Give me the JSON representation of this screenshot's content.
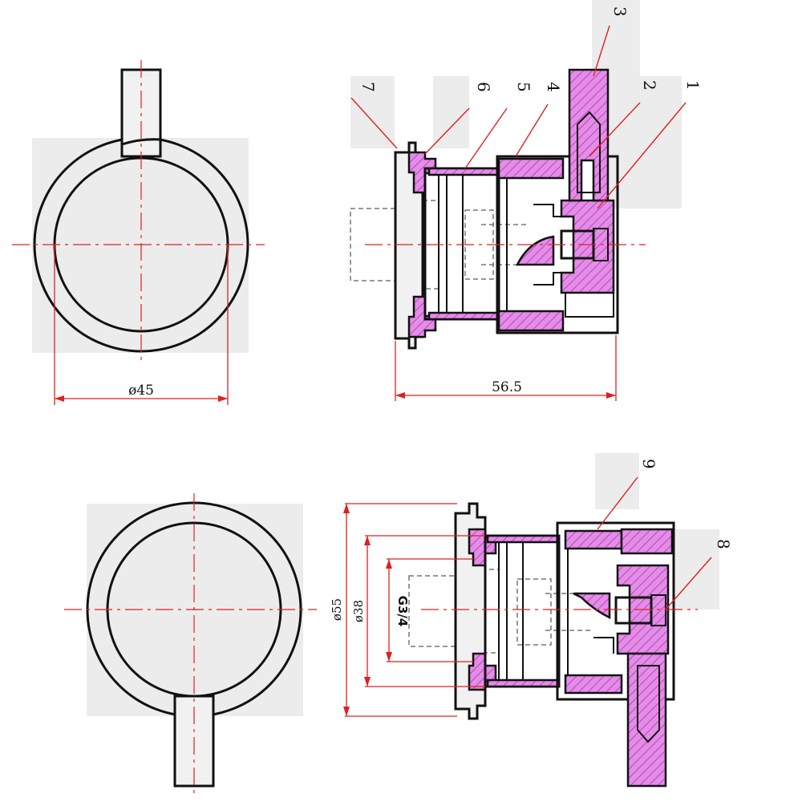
{
  "dimensions": {
    "top_front_diameter": "ø45",
    "top_side_length": "56.5",
    "bottom_outer_diameter": "ø55",
    "bottom_inner_diameter": "ø38",
    "bottom_thread": "G3/4"
  },
  "part_numbers": {
    "p1": "1",
    "p2": "2",
    "p3": "3",
    "p4": "4",
    "p5": "5",
    "p6": "6",
    "p7": "7",
    "p8": "8",
    "p9": "9"
  },
  "colors": {
    "section_hatch": "#e58be8",
    "dimension_lines": "#e02020",
    "outline": "#111111"
  }
}
